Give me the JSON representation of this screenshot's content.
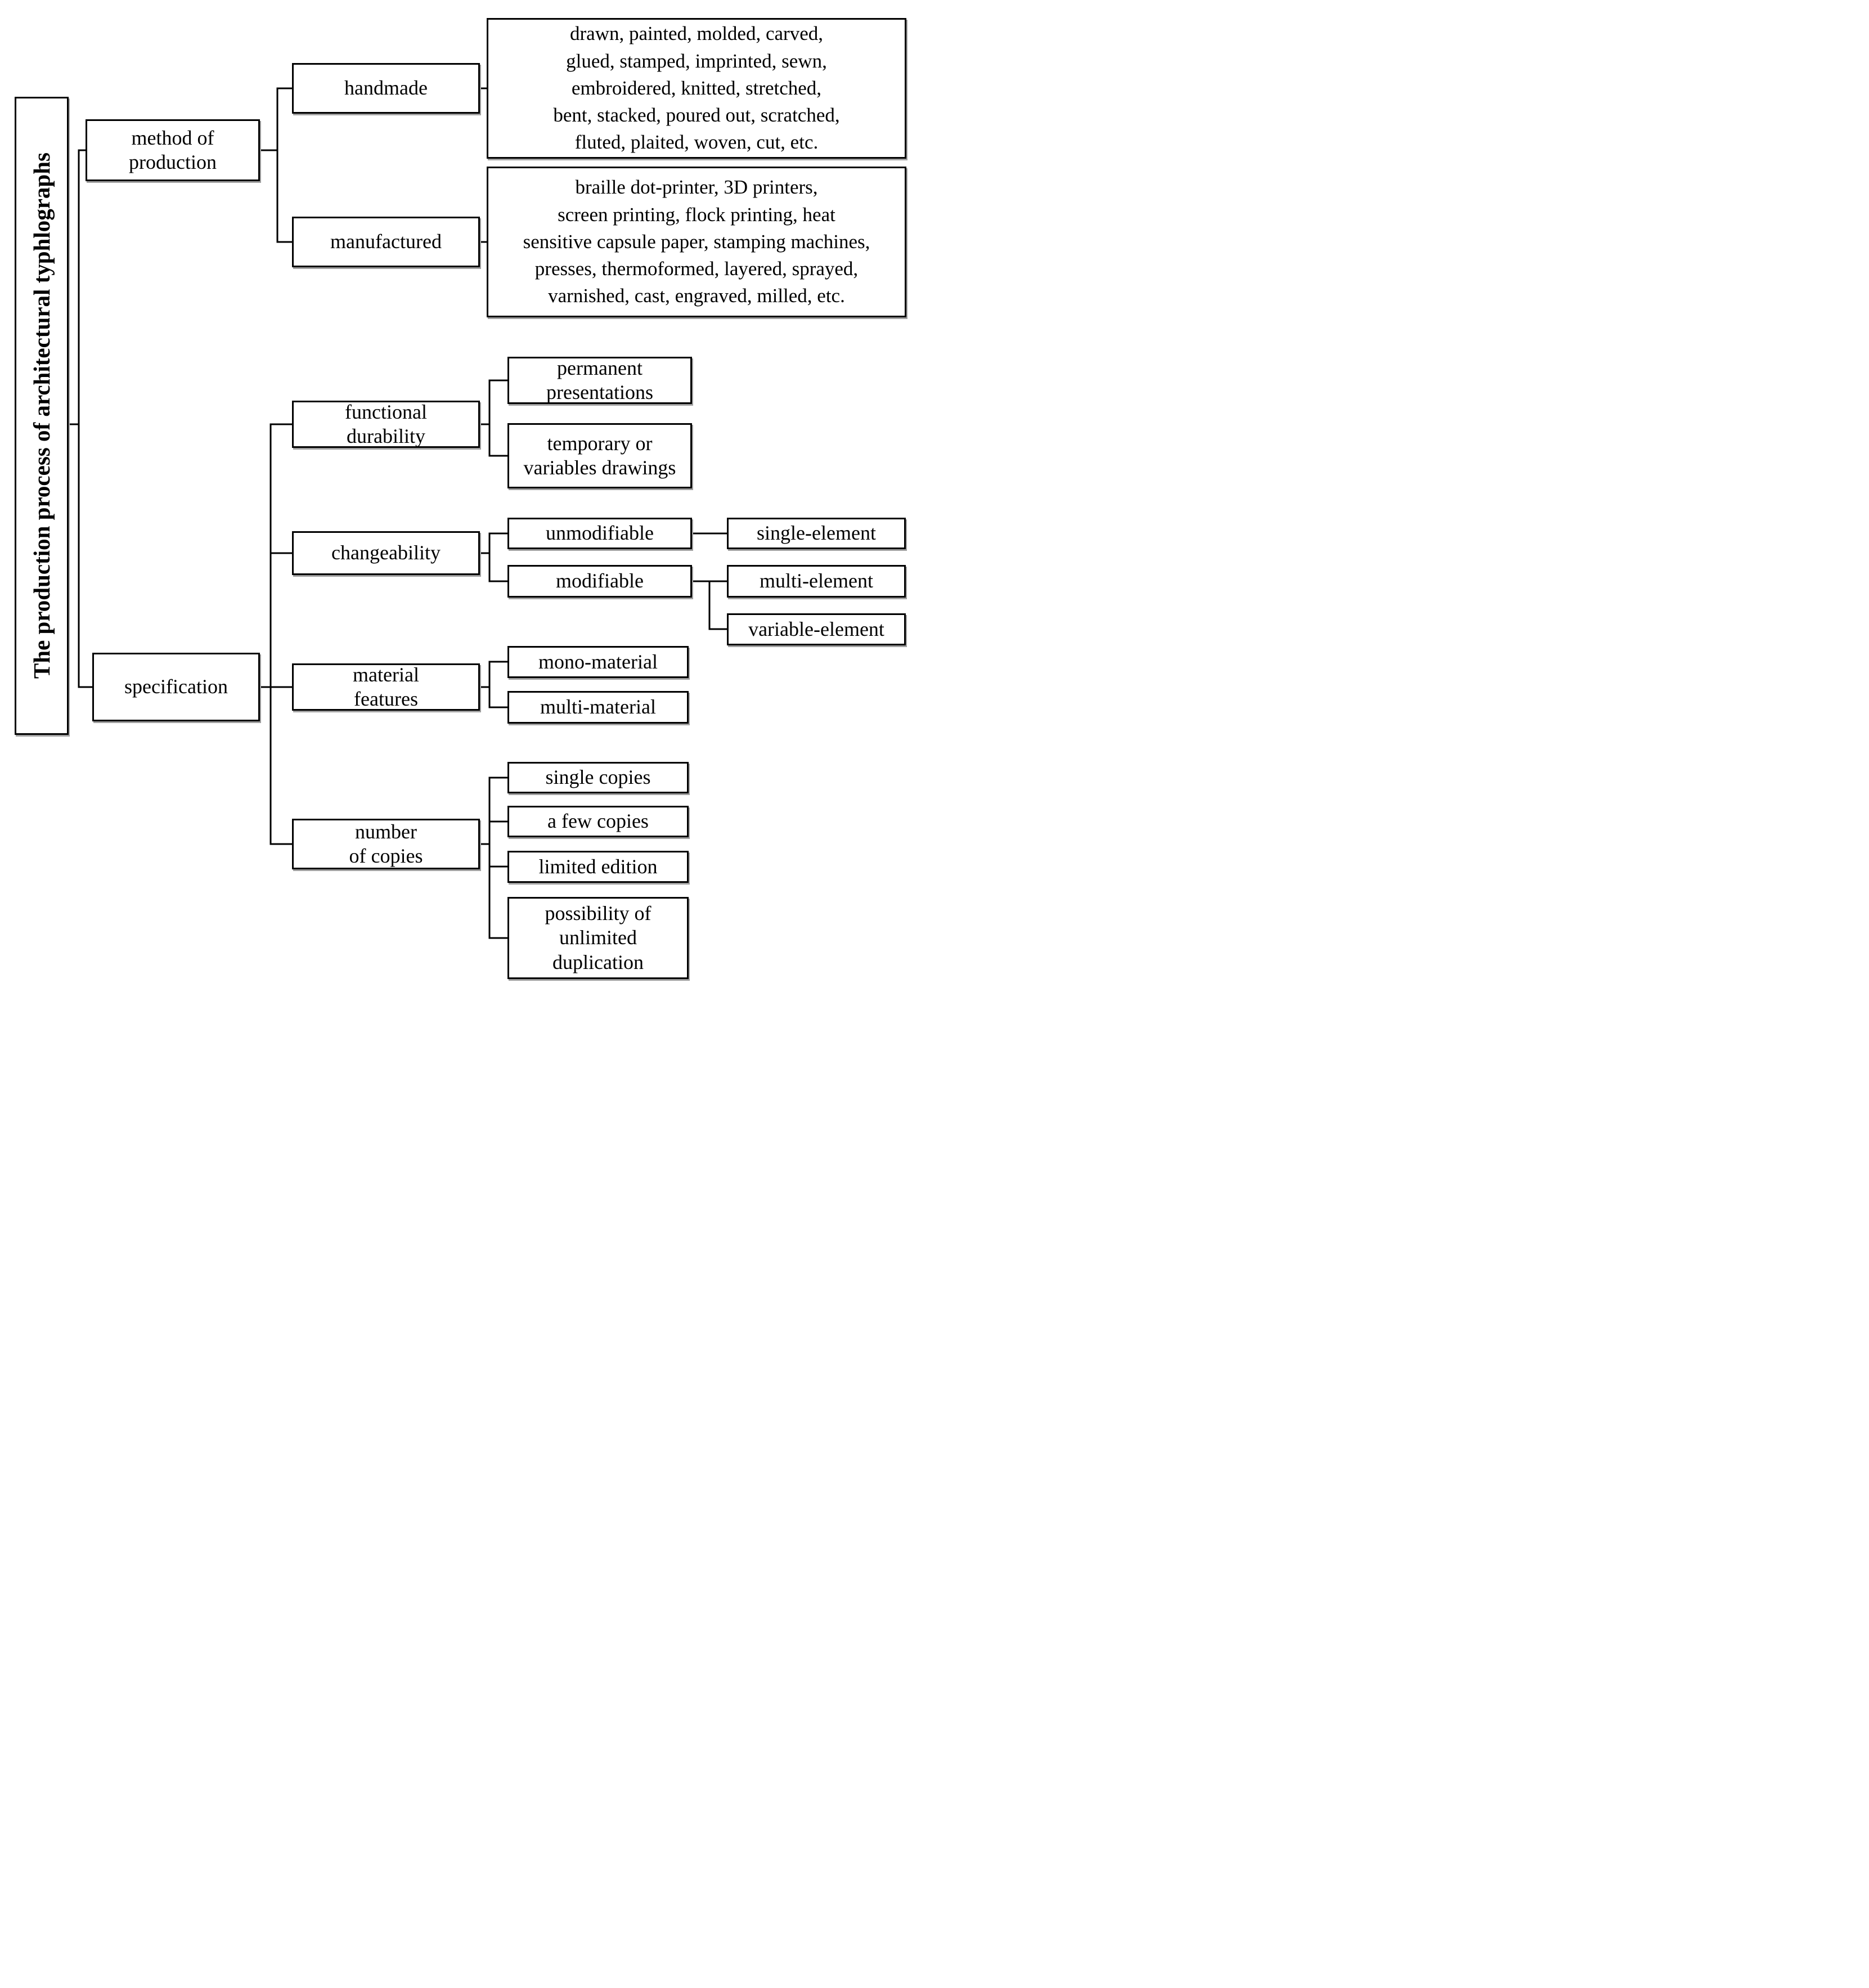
{
  "figure": {
    "type": "hierarchy-diagram",
    "orientation": "left-to-right"
  },
  "colors": {
    "line": "#000000",
    "box_border": "#000000",
    "box_background": "#ffffff",
    "box_shadow": "#a0a0a0",
    "text": "#000000",
    "page_background": "#ffffff"
  },
  "labels": {
    "root": "The production process of architectural typhlographs",
    "method_of_production": "method of\nproduction",
    "handmade": "handmade",
    "handmade_techniques": "drawn, painted, molded, carved,\nglued, stamped, imprinted, sewn,\nembroidered, knitted, stretched,\nbent, stacked, poured out, scratched,\nfluted, plaited, woven, cut, etc.",
    "manufactured": "manufactured",
    "manufactured_techniques": "braille dot-printer, 3D printers,\nscreen printing, flock printing, heat\nsensitive capsule paper, stamping machines,\npresses, thermoformed, layered, sprayed,\nvarnished, cast, engraved, milled, etc.",
    "specification": "specification",
    "functional_durability": "functional\ndurability",
    "permanent_presentations": "permanent\npresentations",
    "temporary_or_variables_drawings": "temporary or\nvariables drawings",
    "changeability": "changeability",
    "unmodifiable": "unmodifiable",
    "modifiable": "modifiable",
    "single_element": "single-element",
    "multi_element": "multi-element",
    "variable_element": "variable-element",
    "material_features": "material\nfeatures",
    "mono_material": "mono-material",
    "multi_material": "multi-material",
    "number_of_copies": "number\nof copies",
    "single_copies": "single copies",
    "a_few_copies": "a few copies",
    "limited_edition": "limited edition",
    "possibility_of_unlimited_duplication": "possibility of\nunlimited\nduplication"
  },
  "hierarchy": {
    "id": "root",
    "children": [
      {
        "id": "method_of_production",
        "children": [
          {
            "id": "handmade",
            "children": [
              {
                "id": "handmade_techniques"
              }
            ]
          },
          {
            "id": "manufactured",
            "children": [
              {
                "id": "manufactured_techniques"
              }
            ]
          }
        ]
      },
      {
        "id": "specification",
        "children": [
          {
            "id": "functional_durability",
            "children": [
              {
                "id": "permanent_presentations"
              },
              {
                "id": "temporary_or_variables_drawings"
              }
            ]
          },
          {
            "id": "changeability",
            "children": [
              {
                "id": "unmodifiable",
                "children": [
                  {
                    "id": "single_element"
                  }
                ]
              },
              {
                "id": "modifiable",
                "children": [
                  {
                    "id": "multi_element"
                  },
                  {
                    "id": "variable_element"
                  }
                ]
              }
            ]
          },
          {
            "id": "material_features",
            "children": [
              {
                "id": "mono_material"
              },
              {
                "id": "multi_material"
              }
            ]
          },
          {
            "id": "number_of_copies",
            "children": [
              {
                "id": "single_copies"
              },
              {
                "id": "a_few_copies"
              },
              {
                "id": "limited_edition"
              },
              {
                "id": "possibility_of_unlimited_duplication"
              }
            ]
          }
        ]
      }
    ]
  }
}
